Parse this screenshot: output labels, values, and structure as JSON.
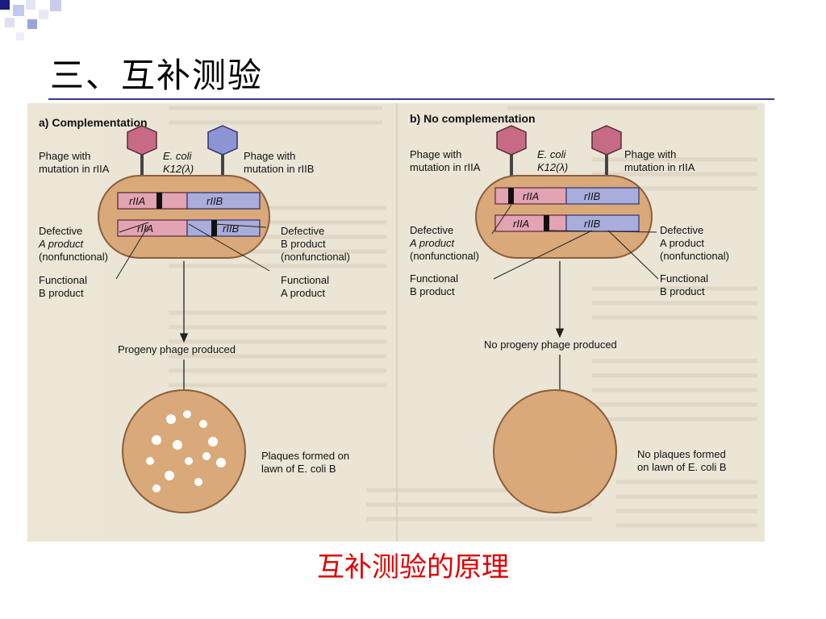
{
  "slide": {
    "title": "三、互补测验",
    "caption": "互补测验的原理"
  },
  "panel_a": {
    "heading": "a) Complementation",
    "phage_left": [
      "Phage with",
      "mutation in rIIA"
    ],
    "ecoli": [
      "E. coli",
      "K12(λ)"
    ],
    "phage_right": [
      "Phage with",
      "mutation in rIIB"
    ],
    "gene_a": "rIIA",
    "gene_b": "rIIB",
    "defective_left": [
      "Defective",
      "A product",
      "(nonfunctional)"
    ],
    "functional_left": [
      "Functional",
      "B product"
    ],
    "defective_right": [
      "Defective",
      "B product",
      "(nonfunctional)"
    ],
    "functional_right": [
      "Functional",
      "A product"
    ],
    "result": "Progeny phage produced",
    "plate_label": [
      "Plaques formed on",
      "lawn of E. coli B"
    ]
  },
  "panel_b": {
    "heading": "b) No complementation",
    "phage_left": [
      "Phage with",
      "mutation in rIIA"
    ],
    "ecoli": [
      "E. coli",
      "K12(λ)"
    ],
    "phage_right": [
      "Phage with",
      "mutation in rIIA"
    ],
    "gene_a": "rIIA",
    "gene_b": "rIIB",
    "defective_left": [
      "Defective",
      "A product",
      "(nonfunctional)"
    ],
    "functional_left": [
      "Functional",
      "B product"
    ],
    "defective_right": [
      "Defective",
      "A product",
      "(nonfunctional)"
    ],
    "functional_right": [
      "Functional",
      "B product"
    ],
    "result": "No progeny phage produced",
    "plate_label": [
      "No plaques formed",
      "on lawn of E. coli B"
    ]
  },
  "colors": {
    "cell_fill": "#d9a97a",
    "gene_a_fill": "#e2a3b3",
    "gene_b_fill": "#a9addb",
    "phage_fill": "#c76a86",
    "phage_b_fill": "#8d94d4",
    "plaque": "#ffffff",
    "caption": "#e00000"
  }
}
